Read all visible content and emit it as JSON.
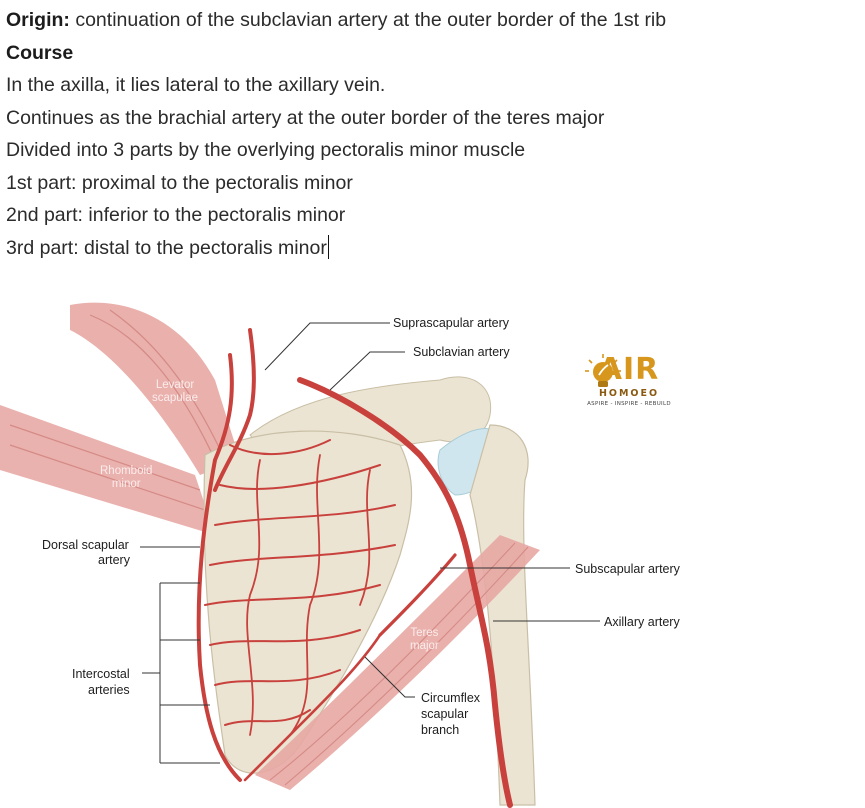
{
  "notes": {
    "origin_label": "Origin:",
    "origin_text": " continuation of the subclavian artery at the outer border of the 1st rib",
    "course_heading": "Course",
    "lines": [
      "In the axilla, it lies lateral to the axillary vein.",
      "Continues as the brachial artery at the outer border of the teres major",
      "Divided into 3 parts by the overlying pectoralis minor muscle",
      "1st part: proximal to the pectoralis minor",
      "2nd part: inferior to the pectoralis minor",
      "3rd part: distal to the pectoralis minor"
    ]
  },
  "figure": {
    "labels": {
      "suprascapular": "Suprascapular artery",
      "subclavian": "Subclavian artery",
      "dorsal_scapular_1": "Dorsal scapular",
      "dorsal_scapular_2": "artery",
      "intercostal_1": "Intercostal",
      "intercostal_2": "arteries",
      "subscapular": "Subscapular artery",
      "axillary": "Axillary artery",
      "circumflex_1": "Circumflex",
      "circumflex_2": "scapular",
      "circumflex_3": "branch"
    },
    "muscles": {
      "levator_1": "Levator",
      "levator_2": "scapulae",
      "rhomboid_1": "Rhomboid",
      "rhomboid_2": "minor",
      "teres_1": "Teres",
      "teres_2": "major"
    },
    "colors": {
      "artery": "#c8413d",
      "muscle": "#e7a7a3",
      "bone": "#ece4d2",
      "cartilage": "#cfe6ee",
      "logo_gold": "#d7961c"
    }
  },
  "logo": {
    "word": "AIR",
    "sub": "HOMOEO",
    "tagline": "ASPIRE - INSPIRE - REBUILD"
  }
}
